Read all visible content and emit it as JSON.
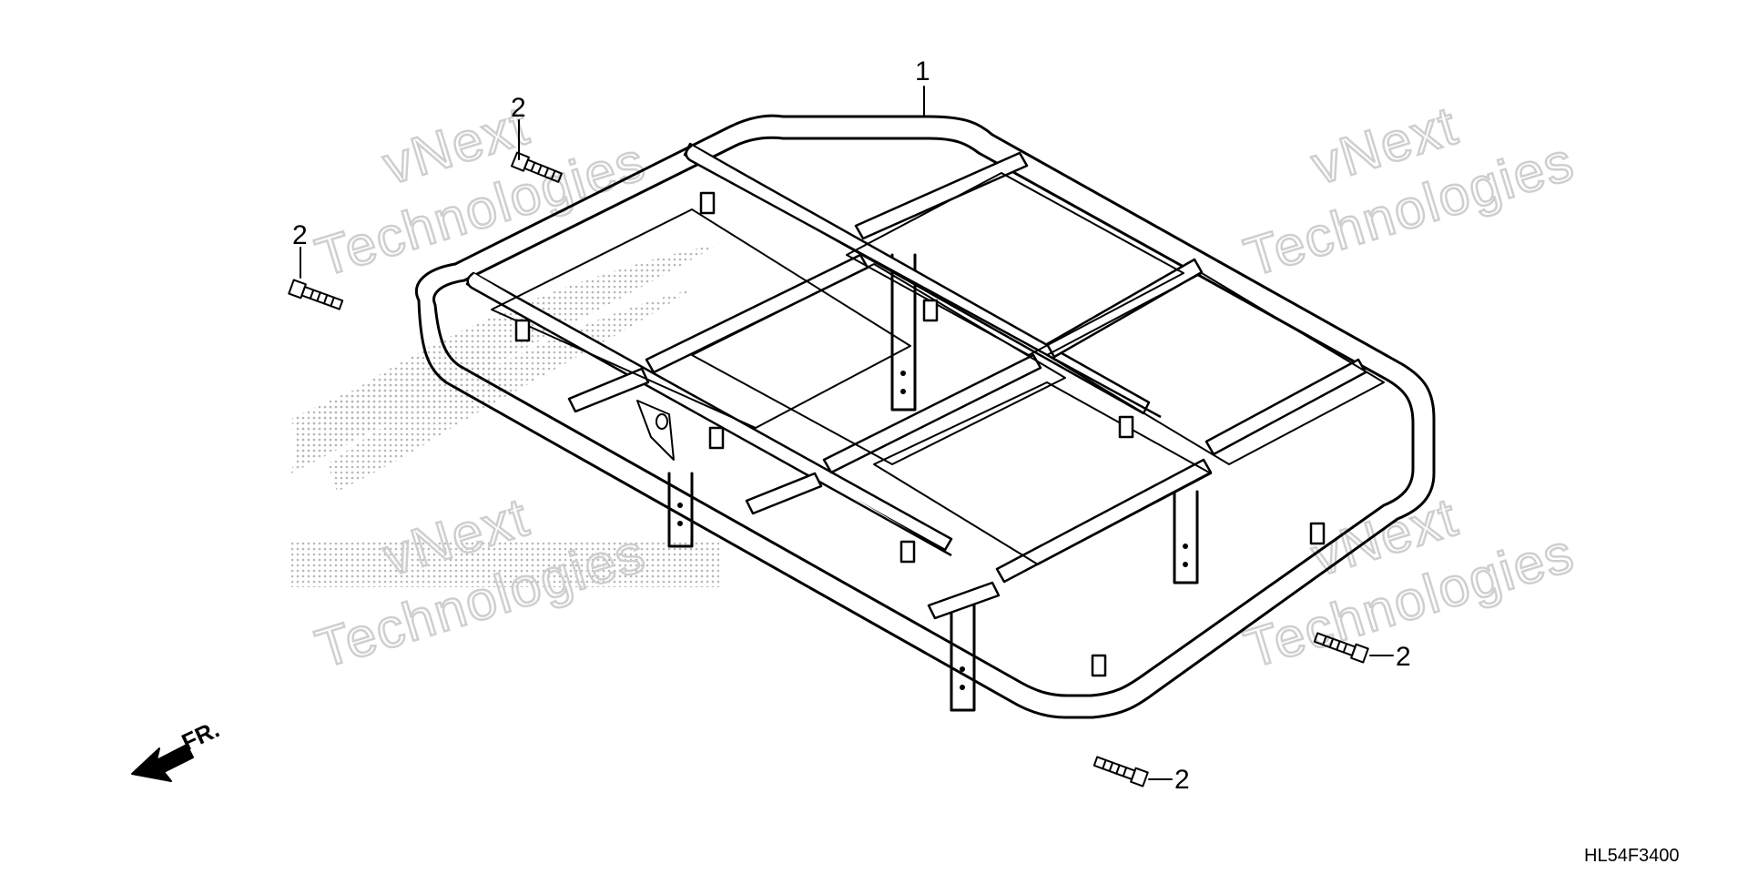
{
  "diagram": {
    "part_code": "HL54F3400",
    "direction_label": "FR.",
    "callouts": {
      "rack": "1",
      "bolt_a": "2",
      "bolt_b": "2",
      "bolt_c": "2",
      "bolt_d": "2"
    },
    "watermarks": [
      {
        "line1": "vNext",
        "line2": "Technologies"
      },
      {
        "line1": "vNext",
        "line2": "Technologies"
      },
      {
        "line1": "vNext",
        "line2": "Technologies"
      },
      {
        "line1": "vNext",
        "line2": "Technologies"
      }
    ],
    "colors": {
      "line": "#000000",
      "watermark": "#cfcfcf",
      "dot_logo": "#b0b0b0"
    },
    "icons": [
      "flange-bolt-icon",
      "front-direction-arrow-icon",
      "honda-wing-logo-icon"
    ]
  }
}
